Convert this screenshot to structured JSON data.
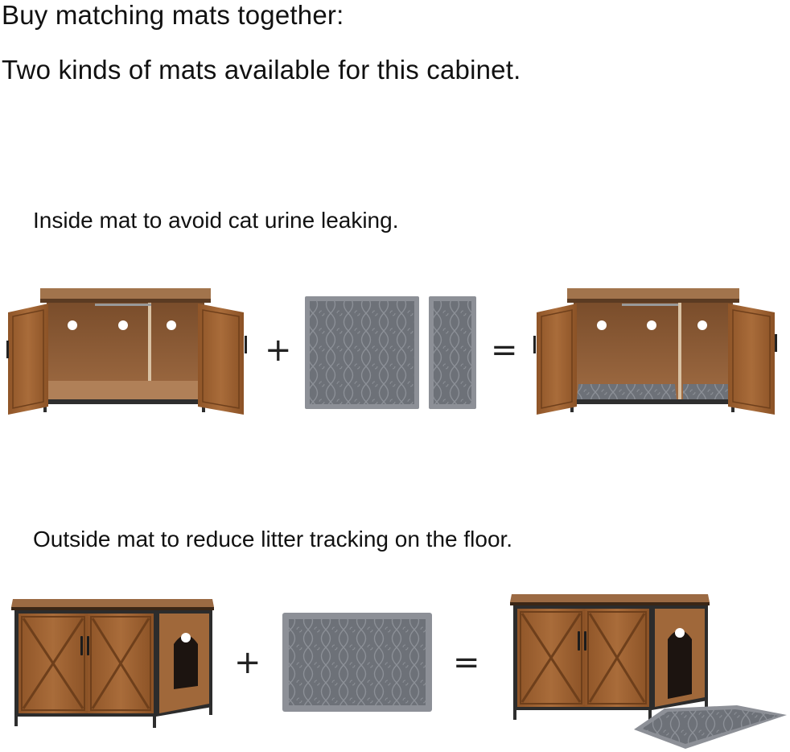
{
  "header": {
    "title": "Buy matching mats together:",
    "subtitle": "Two kinds of mats available for this cabinet."
  },
  "sections": [
    {
      "caption": "Inside mat to avoid cat urine leaking.",
      "items": [
        "open-cabinet-image",
        "inside-mats-image",
        "cabinet-with-inside-mats-image"
      ],
      "operators": [
        "+",
        "="
      ]
    },
    {
      "caption": "Outside mat to reduce litter tracking on the floor.",
      "items": [
        "closed-cabinet-image",
        "outside-mat-image",
        "cabinet-with-outside-mat-image"
      ],
      "operators": [
        "+",
        "="
      ]
    }
  ],
  "colors": {
    "wood": "#9a5f2e",
    "wood_dark": "#6e3f1b",
    "top_wood": "#8d5a33",
    "metal": "#2b2b2b",
    "mat_gray": "#6f737a",
    "mat_border": "#8d9097"
  }
}
